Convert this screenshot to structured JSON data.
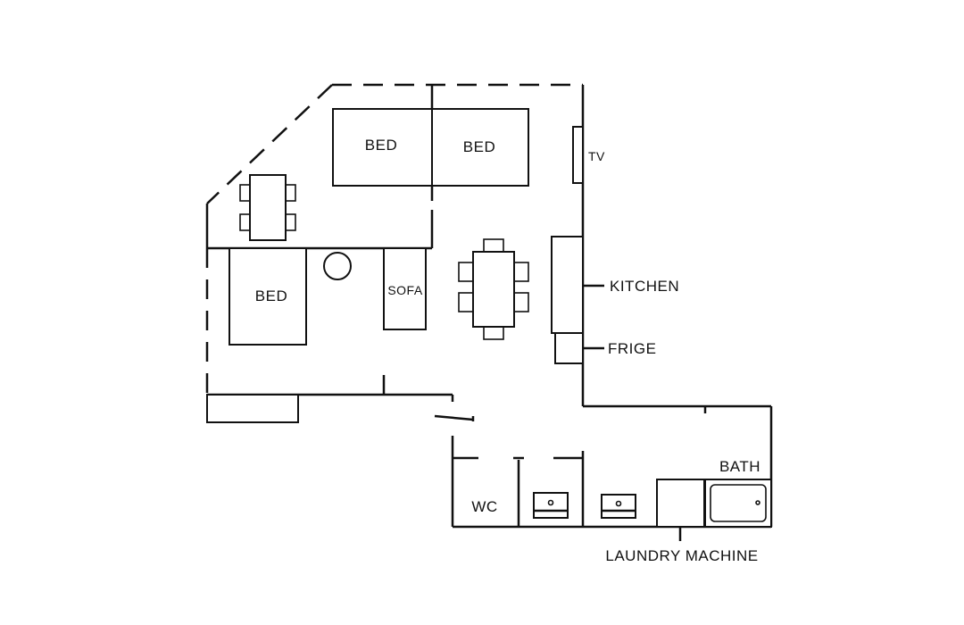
{
  "labels": {
    "bed_1": "BED",
    "bed_2": "BED",
    "bed_3": "BED",
    "tv": "TV",
    "kitchen": "KITCHEN",
    "frige": "FRIGE",
    "sofa": "SOFA",
    "wc": "WC",
    "bath": "BATH",
    "laundry": "LAUNDRY MACHINE"
  },
  "colors": {
    "line": "#111111",
    "background": "#ffffff"
  }
}
